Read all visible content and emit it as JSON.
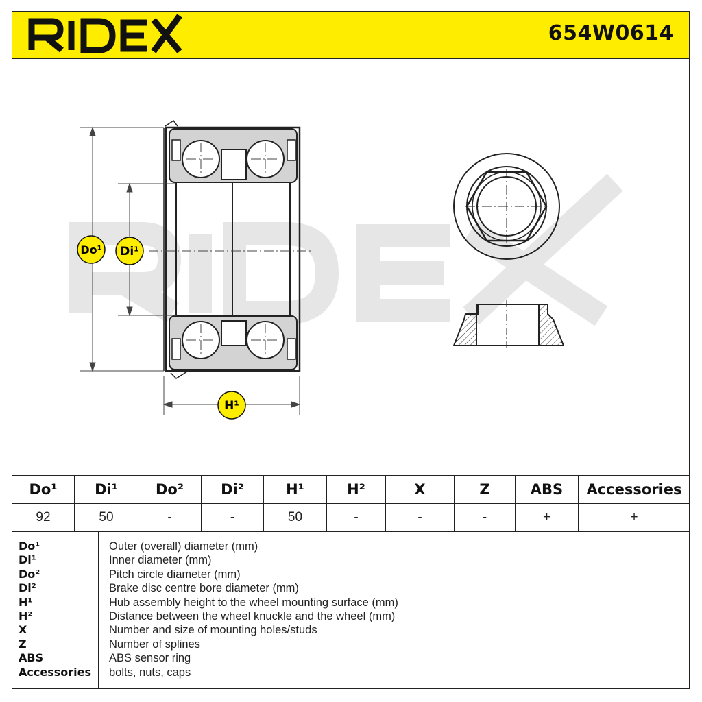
{
  "header": {
    "brand": "RIDEX",
    "part_number": "654W0614"
  },
  "drawing": {
    "watermark": "RIDEX",
    "labels": {
      "do1": "Do¹",
      "di1": "Di¹",
      "h1": "H¹"
    },
    "colors": {
      "badge": "#ffed00",
      "watermark": "#e6e6e6"
    }
  },
  "specs": {
    "headers": [
      "Do¹",
      "Di¹",
      "Do²",
      "Di²",
      "H¹",
      "H²",
      "X",
      "Z",
      "ABS",
      "Accessories"
    ],
    "values": [
      "92",
      "50",
      "-",
      "-",
      "50",
      "-",
      "-",
      "-",
      "+",
      "+"
    ]
  },
  "legend": {
    "keys": [
      "Do¹",
      "Di¹",
      "Do²",
      "Di²",
      "H¹",
      "H²",
      "X",
      "Z",
      "ABS",
      "Accessories"
    ],
    "descriptions": [
      "Outer (overall) diameter (mm)",
      "Inner diameter (mm)",
      "Pitch circle diameter (mm)",
      "Brake disc centre bore diameter (mm)",
      "Hub assembly height to the wheel mounting surface (mm)",
      "Distance between the wheel knuckle and the wheel (mm)",
      "Number and size of mounting holes/studs",
      "Number of splines",
      "ABS sensor ring",
      "bolts, nuts, caps"
    ]
  }
}
